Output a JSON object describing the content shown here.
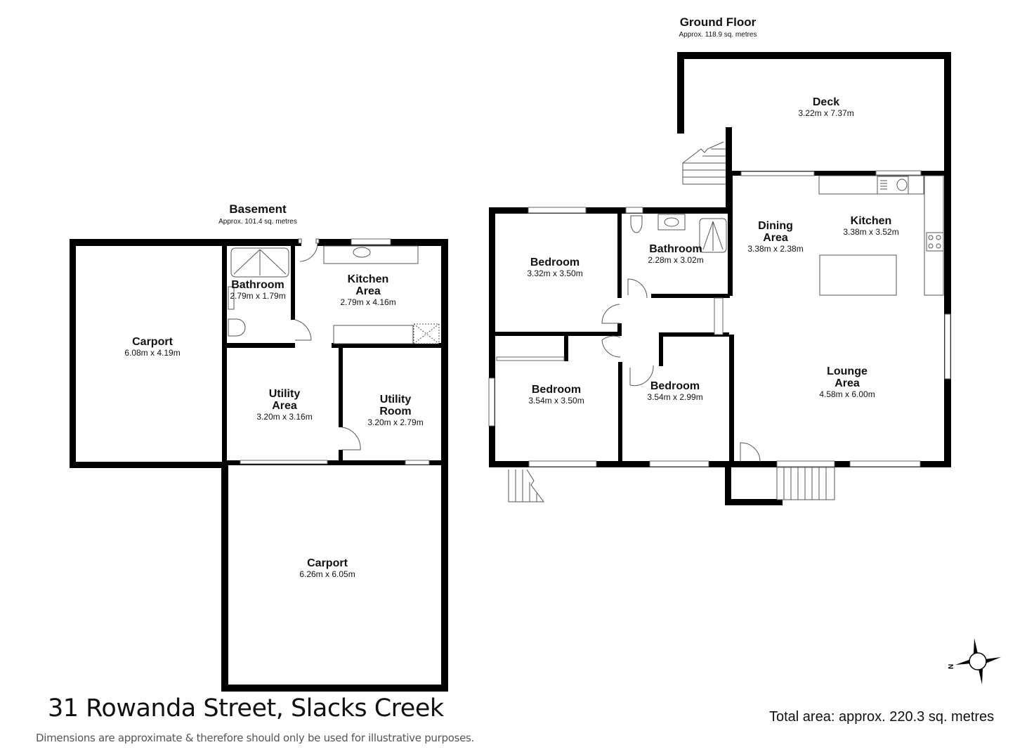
{
  "property": {
    "address": "31 Rowanda Street, Slacks Creek",
    "disclaimer": "Dimensions are approximate & therefore should only be used for illustrative purposes.",
    "total_area": "Total area: approx. 220.3 sq. metres"
  },
  "basement": {
    "title": "Basement",
    "area": "Approx. 101.4 sq. metres",
    "rooms": [
      {
        "name": "Carport",
        "dims": "6.08m x 4.19m"
      },
      {
        "name": "Bathroom",
        "dims": "2.79m x 1.79m"
      },
      {
        "name": "Kitchen Area",
        "name_l1": "Kitchen",
        "name_l2": "Area",
        "dims": "2.79m x 4.16m"
      },
      {
        "name": "Utility Area",
        "name_l1": "Utility",
        "name_l2": "Area",
        "dims": "3.20m x 3.16m"
      },
      {
        "name": "Utility Room",
        "name_l1": "Utility",
        "name_l2": "Room",
        "dims": "3.20m x 2.79m"
      },
      {
        "name": "Carport",
        "dims": "6.26m x 6.05m"
      }
    ]
  },
  "ground_floor": {
    "title": "Ground Floor",
    "area": "Approx. 118.9 sq. metres",
    "rooms": [
      {
        "name": "Deck",
        "dims": "3.22m x 7.37m"
      },
      {
        "name": "Dining Area",
        "name_l1": "Dining",
        "name_l2": "Area",
        "dims": "3.38m x 2.38m"
      },
      {
        "name": "Kitchen",
        "dims": "3.38m x 3.52m"
      },
      {
        "name": "Bedroom",
        "dims": "3.32m x 3.50m"
      },
      {
        "name": "Bathroom",
        "dims": "2.28m x 3.02m"
      },
      {
        "name": "Bedroom",
        "dims": "3.54m x 3.50m"
      },
      {
        "name": "Bedroom",
        "dims": "3.54m x 2.99m"
      },
      {
        "name": "Lounge Area",
        "name_l1": "Lounge",
        "name_l2": "Area",
        "dims": "4.58m x 6.00m"
      }
    ]
  },
  "compass": {
    "label": "N"
  }
}
